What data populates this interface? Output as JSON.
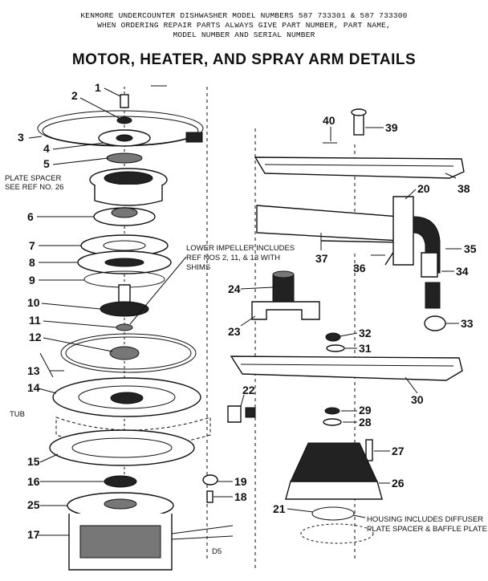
{
  "header": {
    "line1": "KENMORE UNDERCOUNTER DISHWASHER    MODEL NUMBERS 587 733301 & 587 733300",
    "line2": "WHEN ORDERING REPAIR PARTS ALWAYS GIVE PART NUMBER, PART NAME,",
    "line3": "MODEL NUMBER AND SERIAL NUMBER"
  },
  "title": "MOTOR, HEATER, AND SPRAY ARM DETAILS",
  "notes": {
    "plate_spacer_1": "PLATE SPACER",
    "plate_spacer_2": "SEE REF NO. 26",
    "impeller_1": "LOWER IMPELLER INCLUDES",
    "impeller_2": "REF NOS 2, 11, & 13 WITH",
    "impeller_3": "SHIMS",
    "tub": "TUB",
    "housing_1": "HOUSING INCLUDES DIFFUSER",
    "housing_2": "PLATE SPACER & BAFFLE PLATE",
    "footer_code": "D5"
  },
  "labels": {
    "n1": "1",
    "n2": "2",
    "n3": "3",
    "n4": "4",
    "n5": "5",
    "n6": "6",
    "n7": "7",
    "n8": "8",
    "n9": "9",
    "n10": "10",
    "n11": "11",
    "n12": "12",
    "n13": "13",
    "n14": "14",
    "n15": "15",
    "n16": "16",
    "n17": "17",
    "n18": "18",
    "n19": "19",
    "n20": "20",
    "n21": "21",
    "n22": "22",
    "n23": "23",
    "n24": "24",
    "n25": "25",
    "n26": "26",
    "n27": "27",
    "n28": "28",
    "n29": "29",
    "n30": "30",
    "n31": "31",
    "n32": "32",
    "n33": "33",
    "n34": "34",
    "n35": "35",
    "n36": "36",
    "n37": "37",
    "n38": "38",
    "n39": "39",
    "n40": "40"
  }
}
